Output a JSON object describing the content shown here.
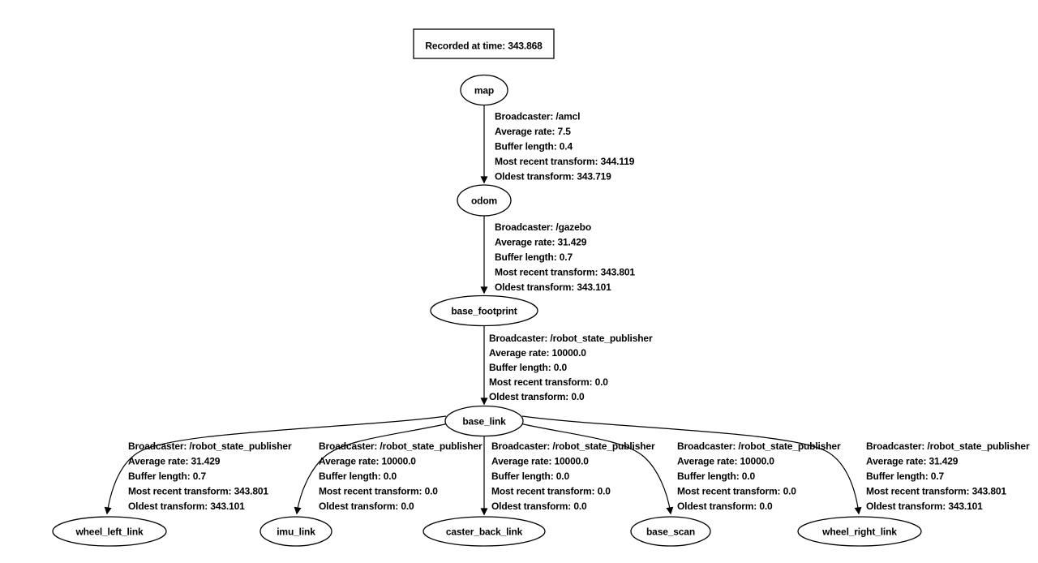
{
  "title": {
    "label": "Recorded at time: 343.868"
  },
  "colors": {
    "background": "#ffffff",
    "stroke": "#000000",
    "text": "#000000"
  },
  "nodes": {
    "map": "map",
    "odom": "odom",
    "base_footprint": "base_footprint",
    "base_link": "base_link",
    "wheel_left_link": "wheel_left_link",
    "imu_link": "imu_link",
    "caster_back_link": "caster_back_link",
    "base_scan": "base_scan",
    "wheel_right_link": "wheel_right_link"
  },
  "edges": {
    "map_odom": {
      "broadcaster": "Broadcaster: /amcl",
      "average_rate": "Average rate: 7.5",
      "buffer_length": "Buffer length: 0.4",
      "most_recent": "Most recent transform: 344.119",
      "oldest": "Oldest transform: 343.719"
    },
    "odom_base_footprint": {
      "broadcaster": "Broadcaster: /gazebo",
      "average_rate": "Average rate: 31.429",
      "buffer_length": "Buffer length: 0.7",
      "most_recent": "Most recent transform: 343.801",
      "oldest": "Oldest transform: 343.101"
    },
    "base_footprint_base_link": {
      "broadcaster": "Broadcaster: /robot_state_publisher",
      "average_rate": "Average rate: 10000.0",
      "buffer_length": "Buffer length: 0.0",
      "most_recent": "Most recent transform: 0.0",
      "oldest": "Oldest transform: 0.0"
    },
    "base_link_wheel_left_link": {
      "broadcaster": "Broadcaster: /robot_state_publisher",
      "average_rate": "Average rate: 31.429",
      "buffer_length": "Buffer length: 0.7",
      "most_recent": "Most recent transform: 343.801",
      "oldest": "Oldest transform: 343.101"
    },
    "base_link_imu_link": {
      "broadcaster": "Broadcaster: /robot_state_publisher",
      "average_rate": "Average rate: 10000.0",
      "buffer_length": "Buffer length: 0.0",
      "most_recent": "Most recent transform: 0.0",
      "oldest": "Oldest transform: 0.0"
    },
    "base_link_caster_back_link": {
      "broadcaster": "Broadcaster: /robot_state_publisher",
      "average_rate": "Average rate: 10000.0",
      "buffer_length": "Buffer length: 0.0",
      "most_recent": "Most recent transform: 0.0",
      "oldest": "Oldest transform: 0.0"
    },
    "base_link_base_scan": {
      "broadcaster": "Broadcaster: /robot_state_publisher",
      "average_rate": "Average rate: 10000.0",
      "buffer_length": "Buffer length: 0.0",
      "most_recent": "Most recent transform: 0.0",
      "oldest": "Oldest transform: 0.0"
    },
    "base_link_wheel_right_link": {
      "broadcaster": "Broadcaster: /robot_state_publisher",
      "average_rate": "Average rate: 31.429",
      "buffer_length": "Buffer length: 0.7",
      "most_recent": "Most recent transform: 343.801",
      "oldest": "Oldest transform: 343.101"
    }
  }
}
